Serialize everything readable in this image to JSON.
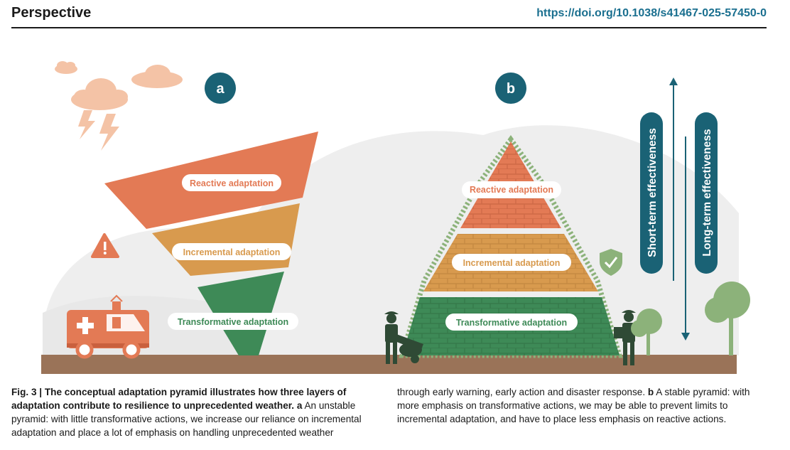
{
  "header": {
    "title": "Perspective",
    "doi": "https://doi.org/10.1038/s41467-025-57450-0"
  },
  "panel_a": {
    "label": "a",
    "layers": [
      "Reactive adaptation",
      "Incremental adaptation",
      "Transformative adaptation"
    ]
  },
  "panel_b": {
    "label": "b",
    "layers": [
      "Reactive adaptation",
      "Incremental adaptation",
      "Transformative adaptation"
    ]
  },
  "axes": {
    "short_term": "Short-term effectiveness",
    "long_term": "Long-term effectiveness"
  },
  "colors": {
    "reactive": "#e37a55",
    "incremental": "#d89a4e",
    "transformative": "#3e8a57",
    "teal": "#1a6275",
    "ground": "#9a7358"
  },
  "caption": {
    "fig_label": "Fig. 3 |",
    "bold_text": "The conceptual adaptation pyramid illustrates how three layers of adaptation contribute to resilience to unprecedented weather.",
    "a_marker": "a",
    "a_text": "An unstable pyramid: with little transformative actions, we increase our reliance on incremental adaptation and place a lot of emphasis on handling unprecedented weather",
    "a_text_cont": "through early warning, early action and disaster response.",
    "b_marker": "b",
    "b_text": "A stable pyramid: with more emphasis on transformative actions, we may be able to prevent limits to incremental adaptation, and have to place less emphasis on reactive actions."
  }
}
